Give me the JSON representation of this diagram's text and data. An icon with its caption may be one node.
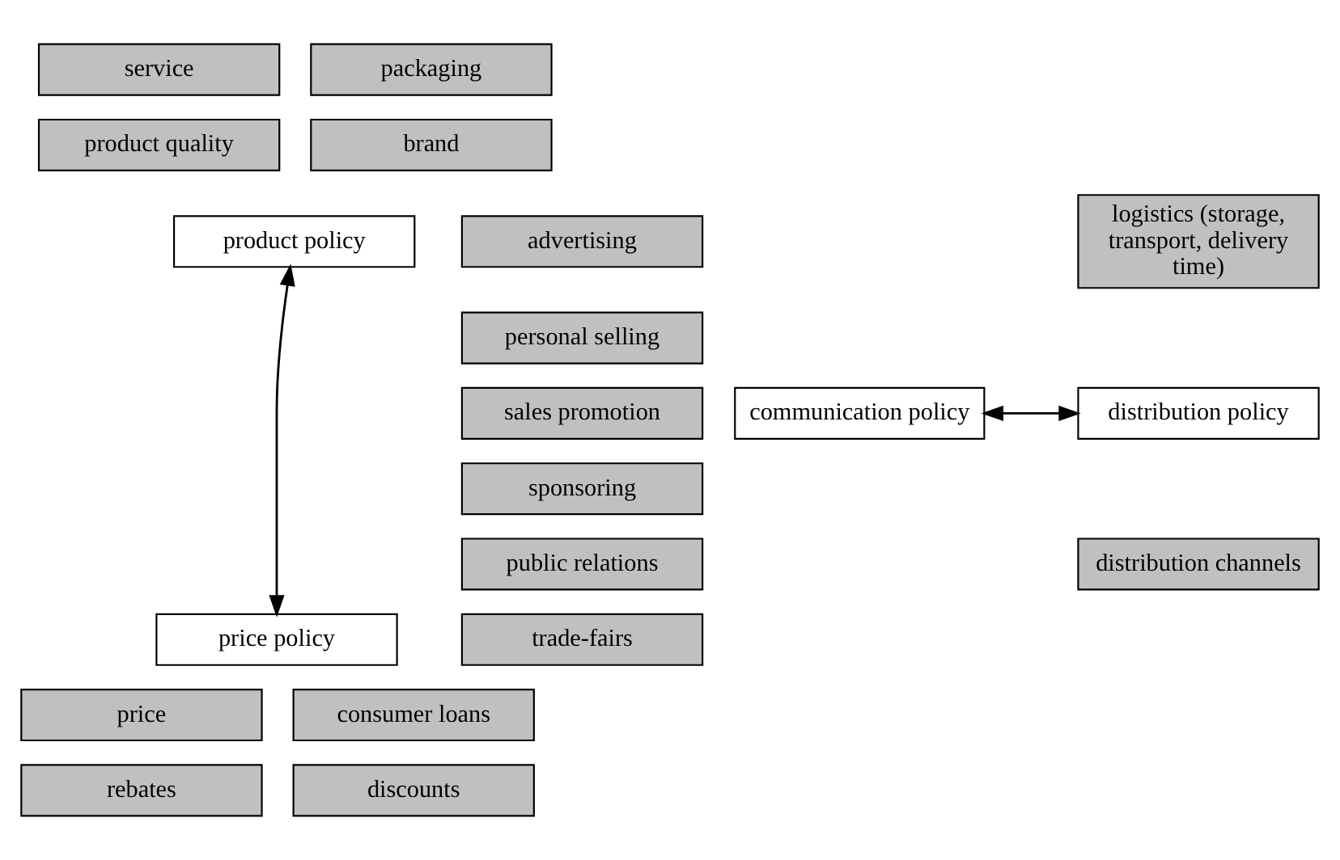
{
  "diagram": {
    "nodes": [
      {
        "text": [
          "service"
        ]
      },
      {
        "text": [
          "packaging"
        ]
      },
      {
        "text": [
          "product quality"
        ]
      },
      {
        "text": [
          "brand"
        ]
      },
      {
        "text": [
          "product policy"
        ]
      },
      {
        "text": [
          "advertising"
        ]
      },
      {
        "text": [
          "personal selling"
        ]
      },
      {
        "text": [
          "sales promotion"
        ]
      },
      {
        "text": [
          "sponsoring"
        ]
      },
      {
        "text": [
          "public relations"
        ]
      },
      {
        "text": [
          "trade-fairs"
        ]
      },
      {
        "text": [
          "communication policy"
        ]
      },
      {
        "text": [
          "logistics (storage, transport, delivery time)"
        ]
      },
      {
        "text": [
          "distribution policy"
        ]
      },
      {
        "text": [
          "distribution channels"
        ]
      },
      {
        "text": [
          "price policy"
        ]
      },
      {
        "text": [
          "price"
        ]
      },
      {
        "text": [
          "consumer loans"
        ]
      },
      {
        "text": [
          "rebates"
        ]
      },
      {
        "text": [
          "discounts"
        ]
      }
    ],
    "edges": [
      {
        "from": 4,
        "to": 15,
        "arrow": "both"
      },
      {
        "from": 11,
        "to": 13,
        "arrow": "both"
      }
    ]
  }
}
